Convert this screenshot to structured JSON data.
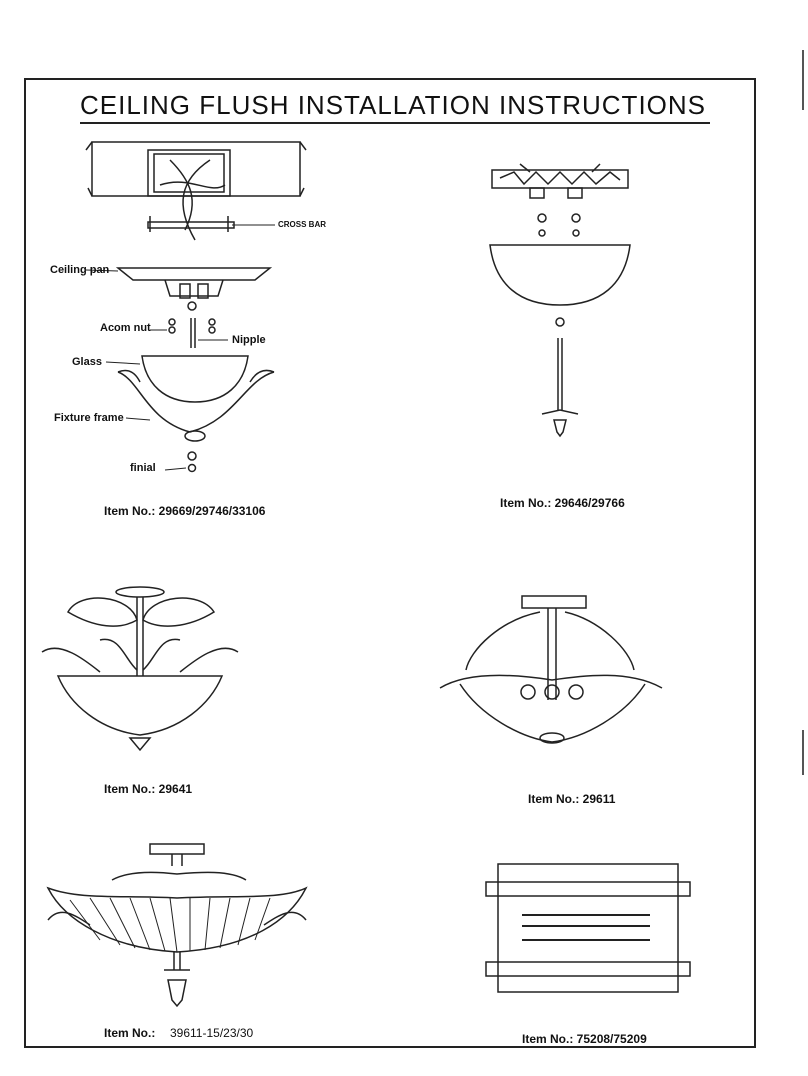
{
  "title": "CEILING FLUSH INSTALLATION INSTRUCTIONS",
  "labels": {
    "cross_bar": "CROSS BAR",
    "ceiling_pan": "Ceiling pan",
    "acorn_nut": "Acom nut",
    "nipple": "Nipple",
    "glass": "Glass",
    "fixture_frame": "Fixture frame",
    "finial": "finial"
  },
  "items": {
    "item1": "Item No.: 29669/29746/33106",
    "item2": "Item No.: 29646/29766",
    "item3": "Item No.: 29641",
    "item4": "Item No.: 29611",
    "item5_prefix": "Item No.:",
    "item5_number": "39611-15/23/30",
    "item6": "Item No.: 75208/75209"
  }
}
